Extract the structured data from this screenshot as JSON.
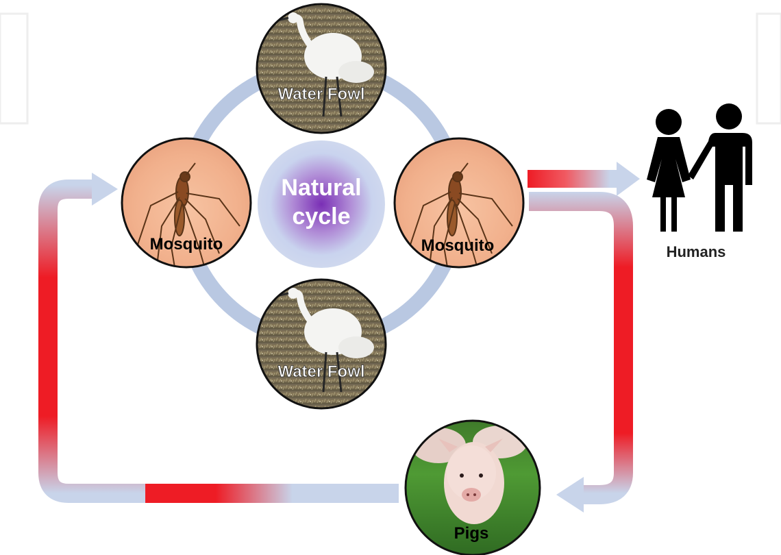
{
  "center": {
    "line1": "Natural",
    "line2": "cycle"
  },
  "nodes": {
    "waterfowl_top": "Water Fowl",
    "waterfowl_bottom": "Water Fowl",
    "mosquito_left": "Mosquito",
    "mosquito_right": "Mosquito",
    "pigs": "Pigs",
    "humans": "Humans"
  },
  "colors": {
    "ring": "#b9c8e2",
    "arrow_red": "#ee1c25",
    "arrow_blue": "#c8d4ea",
    "center_glow": "#8a3fc0",
    "label_outline": "#2a2a2a",
    "human_silhouette": "#000000"
  },
  "icons": {
    "humans": "couple-silhouette-icon",
    "pigs": "pig-photo",
    "mosquito": "mosquito-photo",
    "waterfowl": "egret-photo"
  }
}
